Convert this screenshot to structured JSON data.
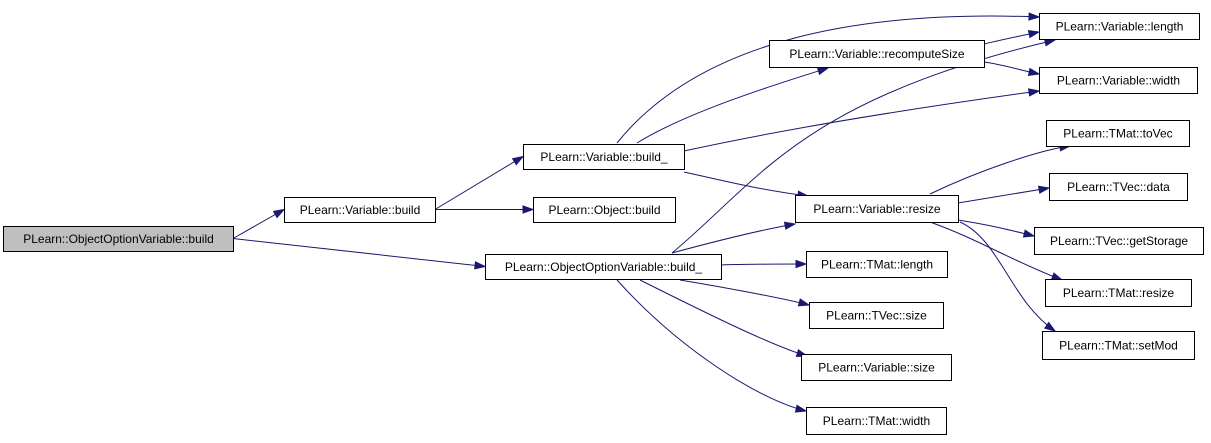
{
  "diagram": {
    "nodes": [
      {
        "id": "root",
        "label": "PLearn::ObjectOptionVariable::build",
        "root": true
      },
      {
        "id": "var_build",
        "label": "PLearn::Variable::build"
      },
      {
        "id": "oov_build_",
        "label": "PLearn::ObjectOptionVariable::build_"
      },
      {
        "id": "var_build_",
        "label": "PLearn::Variable::build_"
      },
      {
        "id": "obj_build",
        "label": "PLearn::Object::build"
      },
      {
        "id": "recompute",
        "label": "PLearn::Variable::recomputeSize"
      },
      {
        "id": "var_length",
        "label": "PLearn::Variable::length"
      },
      {
        "id": "var_width",
        "label": "PLearn::Variable::width"
      },
      {
        "id": "var_resize",
        "label": "PLearn::Variable::resize"
      },
      {
        "id": "tmat_length",
        "label": "PLearn::TMat::length"
      },
      {
        "id": "tvec_size",
        "label": "PLearn::TVec::size"
      },
      {
        "id": "var_size",
        "label": "PLearn::Variable::size"
      },
      {
        "id": "tmat_width",
        "label": "PLearn::TMat::width"
      },
      {
        "id": "tmat_tovec",
        "label": "PLearn::TMat::toVec"
      },
      {
        "id": "tvec_data",
        "label": "PLearn::TVec::data"
      },
      {
        "id": "tvec_getstorage",
        "label": "PLearn::TVec::getStorage"
      },
      {
        "id": "tmat_resize",
        "label": "PLearn::TMat::resize"
      },
      {
        "id": "tmat_setmod",
        "label": "PLearn::TMat::setMod"
      }
    ],
    "edges": [
      {
        "from": "root",
        "to": "var_build"
      },
      {
        "from": "root",
        "to": "oov_build_"
      },
      {
        "from": "var_build",
        "to": "var_build_"
      },
      {
        "from": "var_build",
        "to": "obj_build"
      },
      {
        "from": "var_build_",
        "to": "recompute"
      },
      {
        "from": "var_build_",
        "to": "var_length"
      },
      {
        "from": "var_build_",
        "to": "var_width"
      },
      {
        "from": "var_build_",
        "to": "var_resize"
      },
      {
        "from": "recompute",
        "to": "var_length"
      },
      {
        "from": "recompute",
        "to": "var_width"
      },
      {
        "from": "oov_build_",
        "to": "var_length"
      },
      {
        "from": "oov_build_",
        "to": "var_resize"
      },
      {
        "from": "oov_build_",
        "to": "tmat_length"
      },
      {
        "from": "oov_build_",
        "to": "tvec_size"
      },
      {
        "from": "oov_build_",
        "to": "var_size"
      },
      {
        "from": "oov_build_",
        "to": "tmat_width"
      },
      {
        "from": "var_resize",
        "to": "tmat_tovec"
      },
      {
        "from": "var_resize",
        "to": "tvec_data"
      },
      {
        "from": "var_resize",
        "to": "tvec_getstorage"
      },
      {
        "from": "var_resize",
        "to": "tmat_resize"
      },
      {
        "from": "var_resize",
        "to": "tmat_setmod"
      }
    ]
  }
}
